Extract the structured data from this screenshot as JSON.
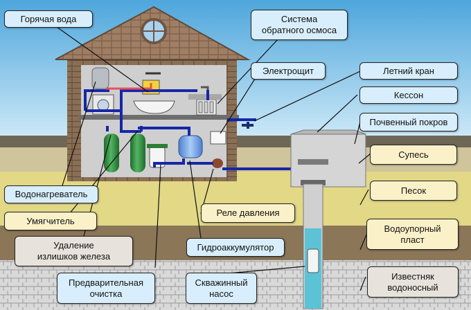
{
  "labels": {
    "hot_water": "Горячая вода",
    "osmosis": "Система\nобратного осмоса",
    "panel": "Электрощит",
    "summer_tap": "Летний кран",
    "caisson": "Кессон",
    "topsoil": "Почвенный покров",
    "sandy_loam": "Супесь",
    "sand": "Песок",
    "aquitard": "Водоупорный\nпласт",
    "limestone": "Известняк\nводоносный",
    "water_heater": "Водонагреватель",
    "softener": "Умягчитель",
    "iron_removal": "Удаление\nизлишков железа",
    "pressure_relay": "Реле давления",
    "accumulator": "Гидроаккумулятор",
    "pre_filter": "Предварительная\nочистка",
    "pump": "Скважинный\nнасос"
  },
  "colors": {
    "sky": "#6fb9e4",
    "roof": "#9c7b63",
    "wall": "#c8c8c8",
    "pipe": "#1626a8",
    "hot_pipe": "#e8505a",
    "callout_blue": "#d8eefc",
    "callout_cream": "#fbf1c9",
    "callout_grey": "#e7e3dc",
    "filter_green": "#2f8f3e"
  }
}
